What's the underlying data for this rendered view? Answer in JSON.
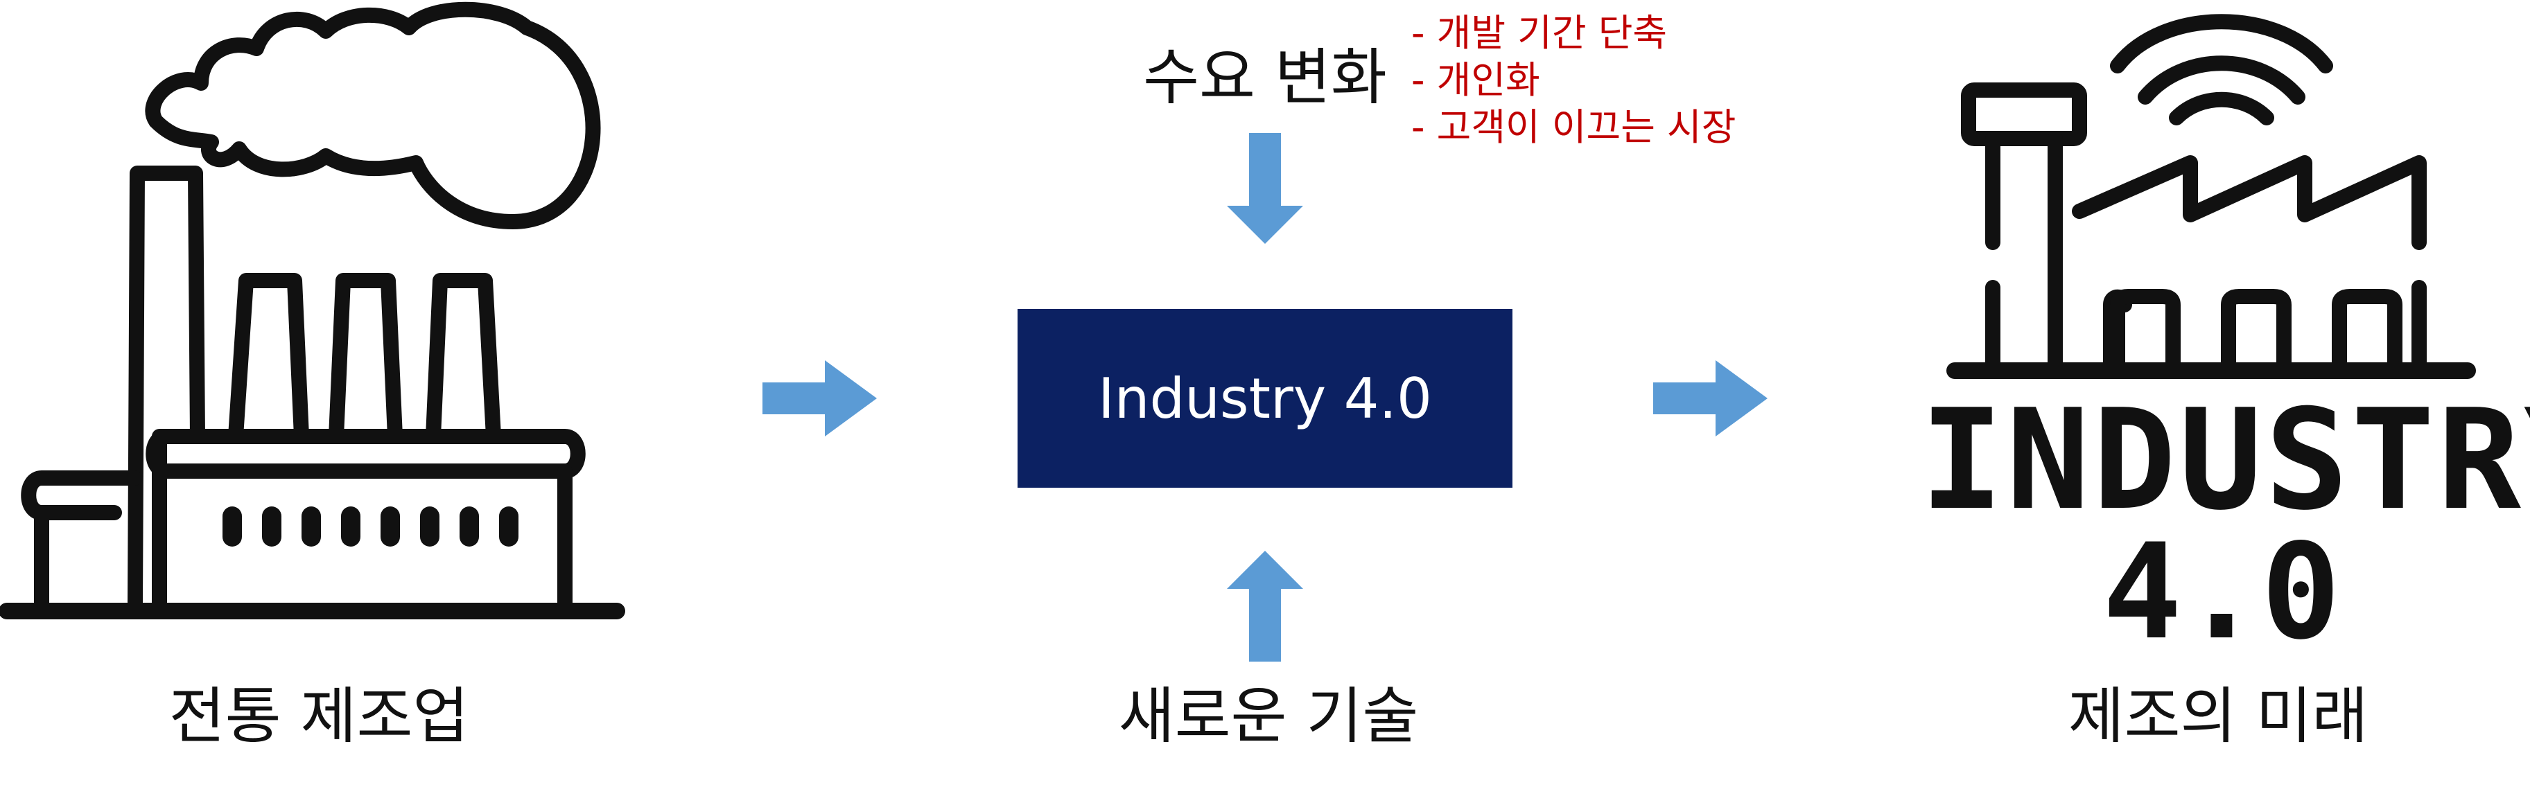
{
  "diagram": {
    "left_caption": "전통 제조업",
    "center_box_label": "Industry 4.0",
    "top_caption": "수요 변화",
    "top_notes": [
      "- 개발 기간 단축",
      "- 개인화",
      "- 고객이 이끄는 시장"
    ],
    "bottom_caption": "새로운 기술",
    "right_caption": "제조의 미래",
    "right_logo_line1": "INDUSTRY",
    "right_logo_line2": "4.0"
  },
  "colors": {
    "box_fill": "#0c2162",
    "arrow": "#5b9bd5",
    "notes_text": "#c00000",
    "icon_stroke": "#111111"
  },
  "icons": [
    "factory-icon",
    "smart-factory-icon",
    "wifi-icon"
  ]
}
